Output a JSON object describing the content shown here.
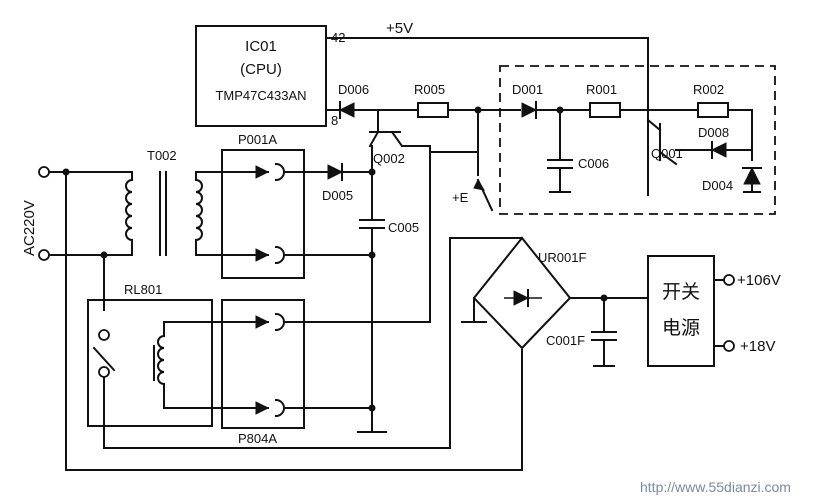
{
  "cpu": {
    "ref": "IC01",
    "role": "(CPU)",
    "part": "TMP47C433AN",
    "pin_a": "42",
    "pin_b": "8"
  },
  "rails": {
    "plus5v": "+5V",
    "plus_e": "+E",
    "out1": "+106V",
    "out2": "+18V"
  },
  "input": {
    "mains": "AC220V"
  },
  "parts": {
    "transformer": "T002",
    "relay": "RL801",
    "conn_top": "P001A",
    "conn_bottom": "P804A",
    "d006": "D006",
    "r005": "R005",
    "d001": "D001",
    "r001": "R001",
    "r002": "R002",
    "d008": "D008",
    "q001": "Q001",
    "d004": "D004",
    "c006": "C006",
    "q002": "Q002",
    "d005": "D005",
    "c005": "C005",
    "bridge": "UR001F",
    "c001f": "C001F"
  },
  "smps": {
    "line1": "开关",
    "line2": "电源"
  },
  "watermark": "http://www.55dianzi.com"
}
